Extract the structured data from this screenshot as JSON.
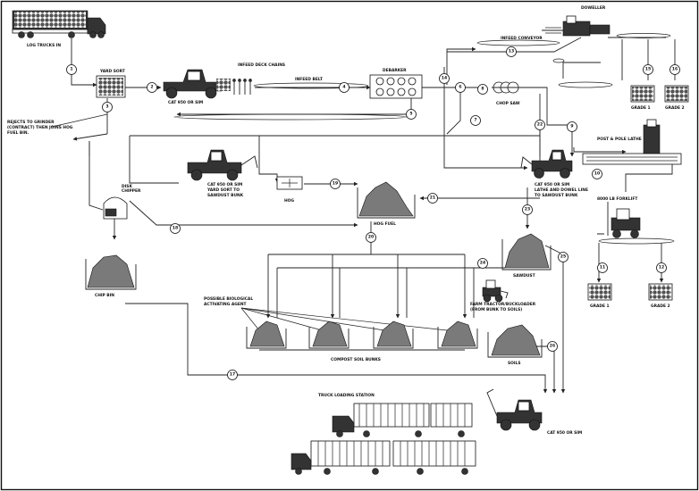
{
  "labels": {
    "log_trucks": "LOG TRUCKS IN",
    "yard_sort": "YARD SORT",
    "cat950_top": "CAT 950 OR SIM",
    "infeed_deck": "INFEED DECK CHAINS",
    "infeed_belt": "INFEED BELT",
    "debarker": "DEBARKER",
    "doweller": "DOWELLER",
    "infeed_conveyor": "INFEED CONVEYOR",
    "chop_saw": "CHOP SAW",
    "grade1_top": "GRADE 1",
    "grade2_top": "GRADE 2",
    "rejects_l1": "REJECTS TO GRINDER",
    "rejects_l2": "(CONTRACT) THEN JOINS HOG",
    "rejects_l3": "FUEL BIN.",
    "disk_chipper_l1": "DISK",
    "disk_chipper_l2": "CHIPPER",
    "cat_yard_l1": "CAT 950 OR SIM",
    "cat_yard_l2": "YARD SORT TO",
    "cat_yard_l3": "SAWDUST BUNK",
    "hog": "HOG",
    "hog_fuel": "HOG FUEL",
    "cat_lathe_l1": "CAT 950 OR SIM",
    "cat_lathe_l2": "LATHE AND DOWEL LINE",
    "cat_lathe_l3": "TO SAWDUST BUNK",
    "post_pole_lathe": "POST & POLE LATHE",
    "forklift": "8000 LB FORKLIFT",
    "chip_bin": "CHIP BIN",
    "sawdust": "SAWDUST",
    "bio_l1": "POSSIBLE BIOLOGICAL",
    "bio_l2": "ACTIVATING AGENT",
    "farm_l1": "FARM TRACTOR/BUCKLOADER",
    "farm_l2": "(FROM BUNK TO SOILS)",
    "grade1_bottom": "GRADE 1",
    "grade2_bottom": "GRADE 2",
    "compost": "COMPOST SOIL BUNKS",
    "soils": "SOILS",
    "truck_loading": "TRUCK LOADING STATION",
    "cat950_bottom": "CAT 950 OR SIM"
  },
  "nodes": {
    "n1": "1",
    "n2": "2",
    "n3": "3",
    "n4": "4",
    "n5": "5",
    "n6": "6",
    "n7": "7",
    "n8": "8",
    "n9": "9",
    "n10": "10",
    "n11": "11",
    "n12": "12",
    "n13": "13",
    "n14": "14",
    "n15": "15",
    "n16": "16",
    "n17": "17",
    "n18": "18",
    "n19": "19",
    "n20": "20",
    "n21": "21",
    "n22": "22",
    "n23": "23",
    "n24": "24",
    "n25": "25",
    "n26": "26"
  }
}
